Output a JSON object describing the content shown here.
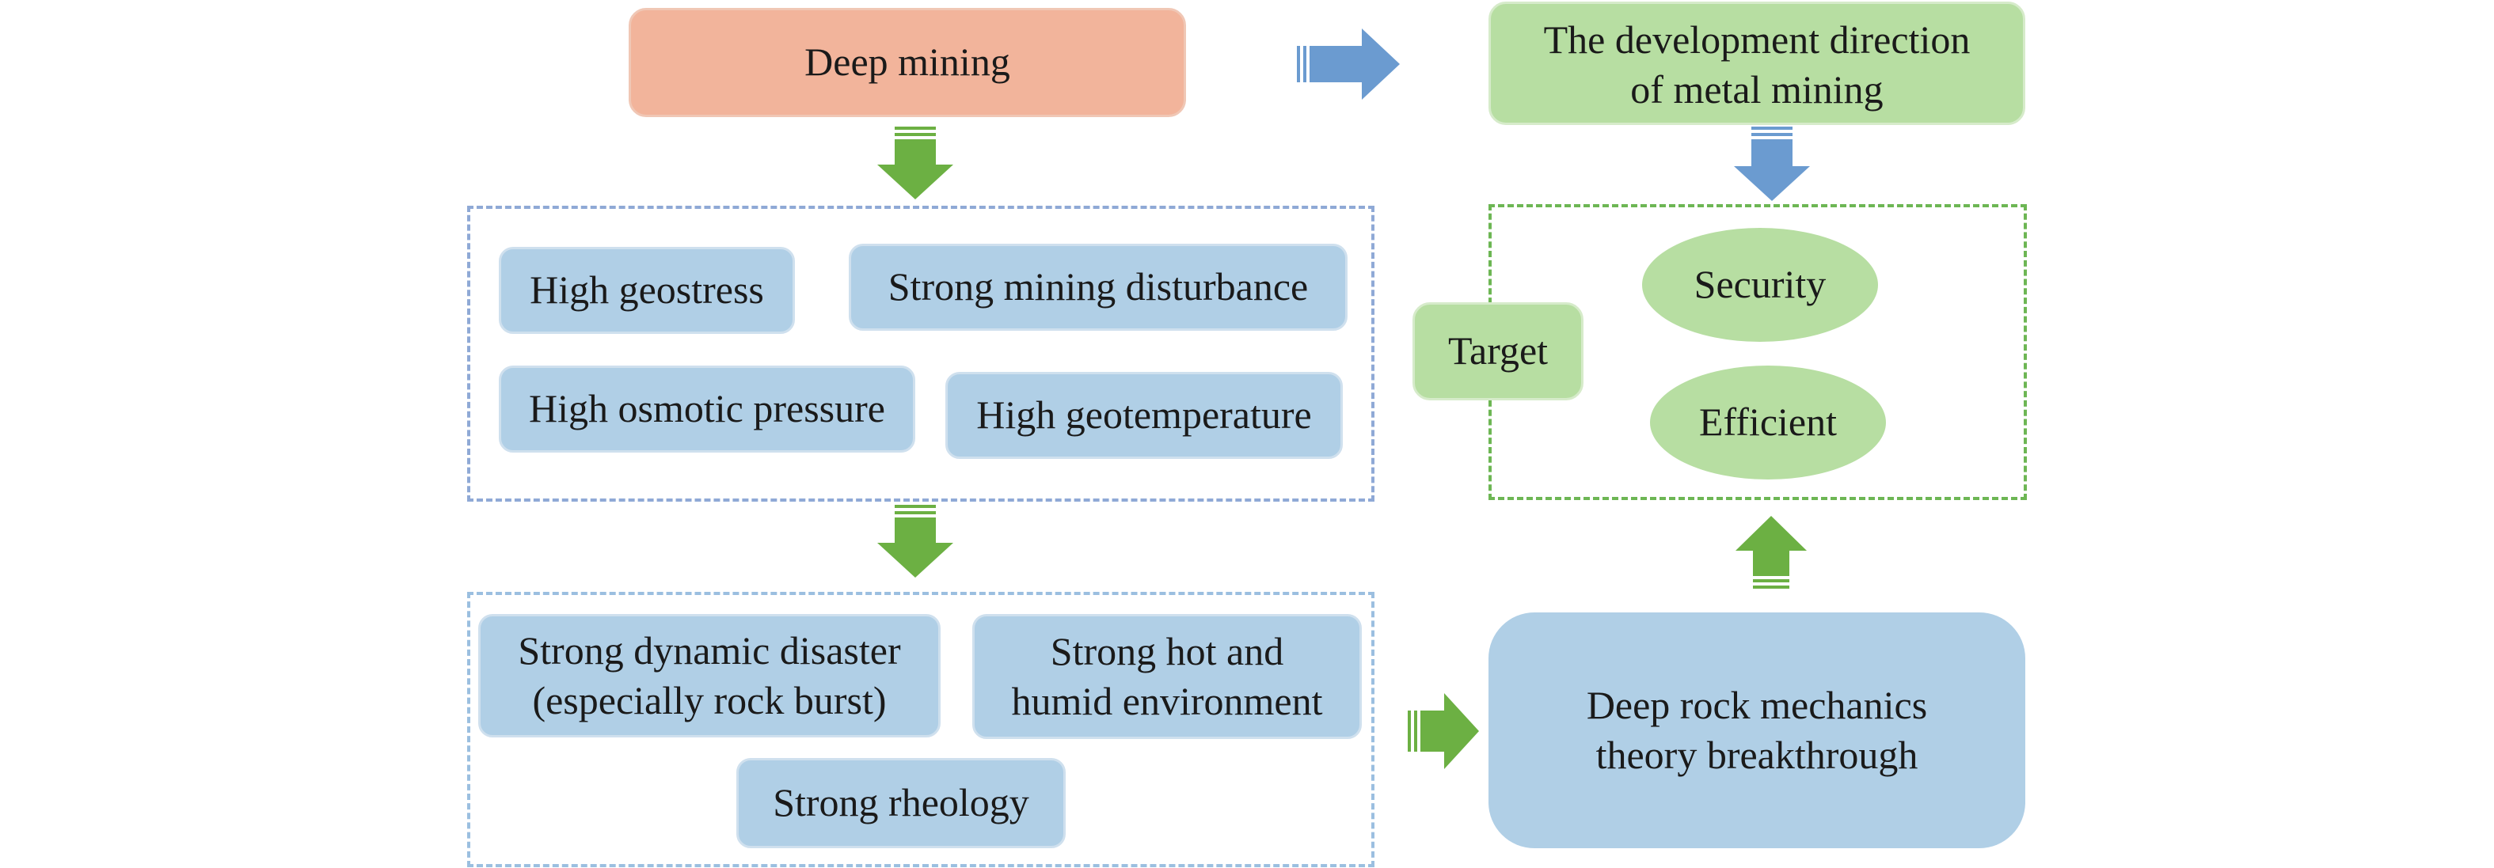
{
  "nodes": {
    "deep_mining": "Deep mining",
    "development_direction": [
      "The development direction",
      "of metal mining"
    ],
    "high_geostress": "High geostress",
    "strong_mining_disturbance": "Strong mining disturbance",
    "high_osmotic_pressure": "High osmotic pressure",
    "high_geotemperature": "High geotemperature",
    "target": "Target",
    "security": "Security",
    "efficient": "Efficient",
    "strong_dynamic_disaster": [
      "Strong dynamic disaster",
      "(especially rock burst)"
    ],
    "strong_hot_humid": [
      "Strong hot and",
      "humid environment"
    ],
    "strong_rheology": "Strong rheology",
    "deep_rock_mechanics": [
      "Deep rock mechanics",
      "theory breakthrough"
    ]
  },
  "colors": {
    "salmon_box": "#f2b49b",
    "green_box": "#b7dea2",
    "blue_box": "#b0cfe6",
    "green_arrow": "#6cb043",
    "blue_arrow": "#6b9bd0",
    "blue_dashed_border": "#8fa9d6",
    "green_dashed_border": "#6db654"
  }
}
